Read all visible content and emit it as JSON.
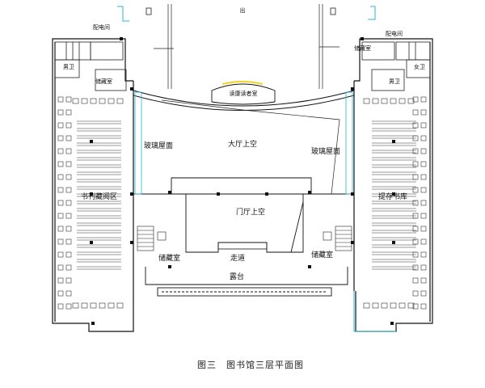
{
  "labels": {
    "power_room_left": "配电间",
    "power_room_right": "配电间",
    "mens_wc_left": "男卫",
    "storage_left_top": "储藏室",
    "storage_right_top": "储藏室",
    "mens_wc_right": "男卫",
    "womens_wc_right": "女卫",
    "reading_room": "读康读者室",
    "glass_roof_left": "玻璃屋面",
    "hall_void": "大厅上空",
    "glass_roof_right": "玻璃屋面",
    "periodical_stacks": "书刊藏阅区",
    "reference_stacks": "提存书库",
    "lobby_void": "门厅上空",
    "storage_left_bottom": "储藏室",
    "corridor": "走道",
    "storage_right_bottom": "储藏室",
    "terrace": "露台",
    "top_mark": "出"
  },
  "caption": "图三　图书馆三层平面图",
  "colors": {
    "line": "#222222",
    "wall": "#111111",
    "glass": "#29b6d6",
    "accent": "#f2d21b"
  }
}
